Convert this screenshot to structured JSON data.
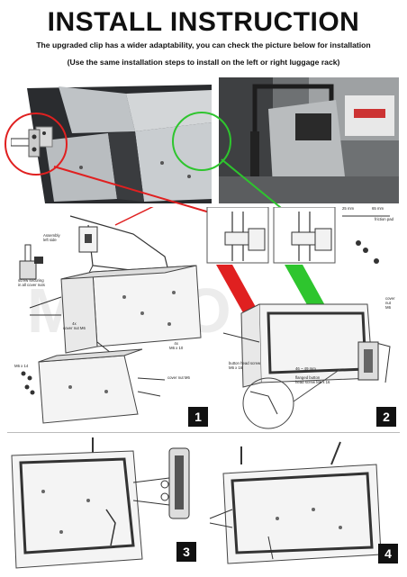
{
  "header": {
    "title": "INSTALL INSTRUCTION",
    "subtitle": "The upgraded clip has a wider adaptability, you can check the picture below for installation",
    "note": "(Use the same installation steps to install on the left or right luggage rack)"
  },
  "watermark": "MOTO",
  "colors": {
    "callout_red": "#e02020",
    "callout_green": "#2ec52e",
    "box_silver": "#c9cdd0",
    "box_dark": "#2a2c2f"
  },
  "steps": {
    "step1": {
      "number": "1",
      "labels": {
        "assembly": "Assembly\nleft side",
        "screw_securing": "screw securing\nin all cover nuts",
        "cover_nut_a": "4x\ncover nut M6",
        "m6x10": "4x\nM6 x 10",
        "m6x14": "M6 x 14",
        "cover_nut_b": "cover nut M6"
      }
    },
    "step2": {
      "number": "2",
      "labels": {
        "dim25": "25 mm",
        "dim65": "65 mm",
        "friction_pad": "friction pad",
        "cover_nut_m6": "cover\nnut\nM6",
        "button_head": "button head screw\nM6 x 16",
        "dim_range": "46 ~ 49 mm",
        "flanged": "flanged button\nhead screw M6 x 16"
      }
    },
    "step3": {
      "number": "3"
    },
    "step4": {
      "number": "4"
    }
  }
}
